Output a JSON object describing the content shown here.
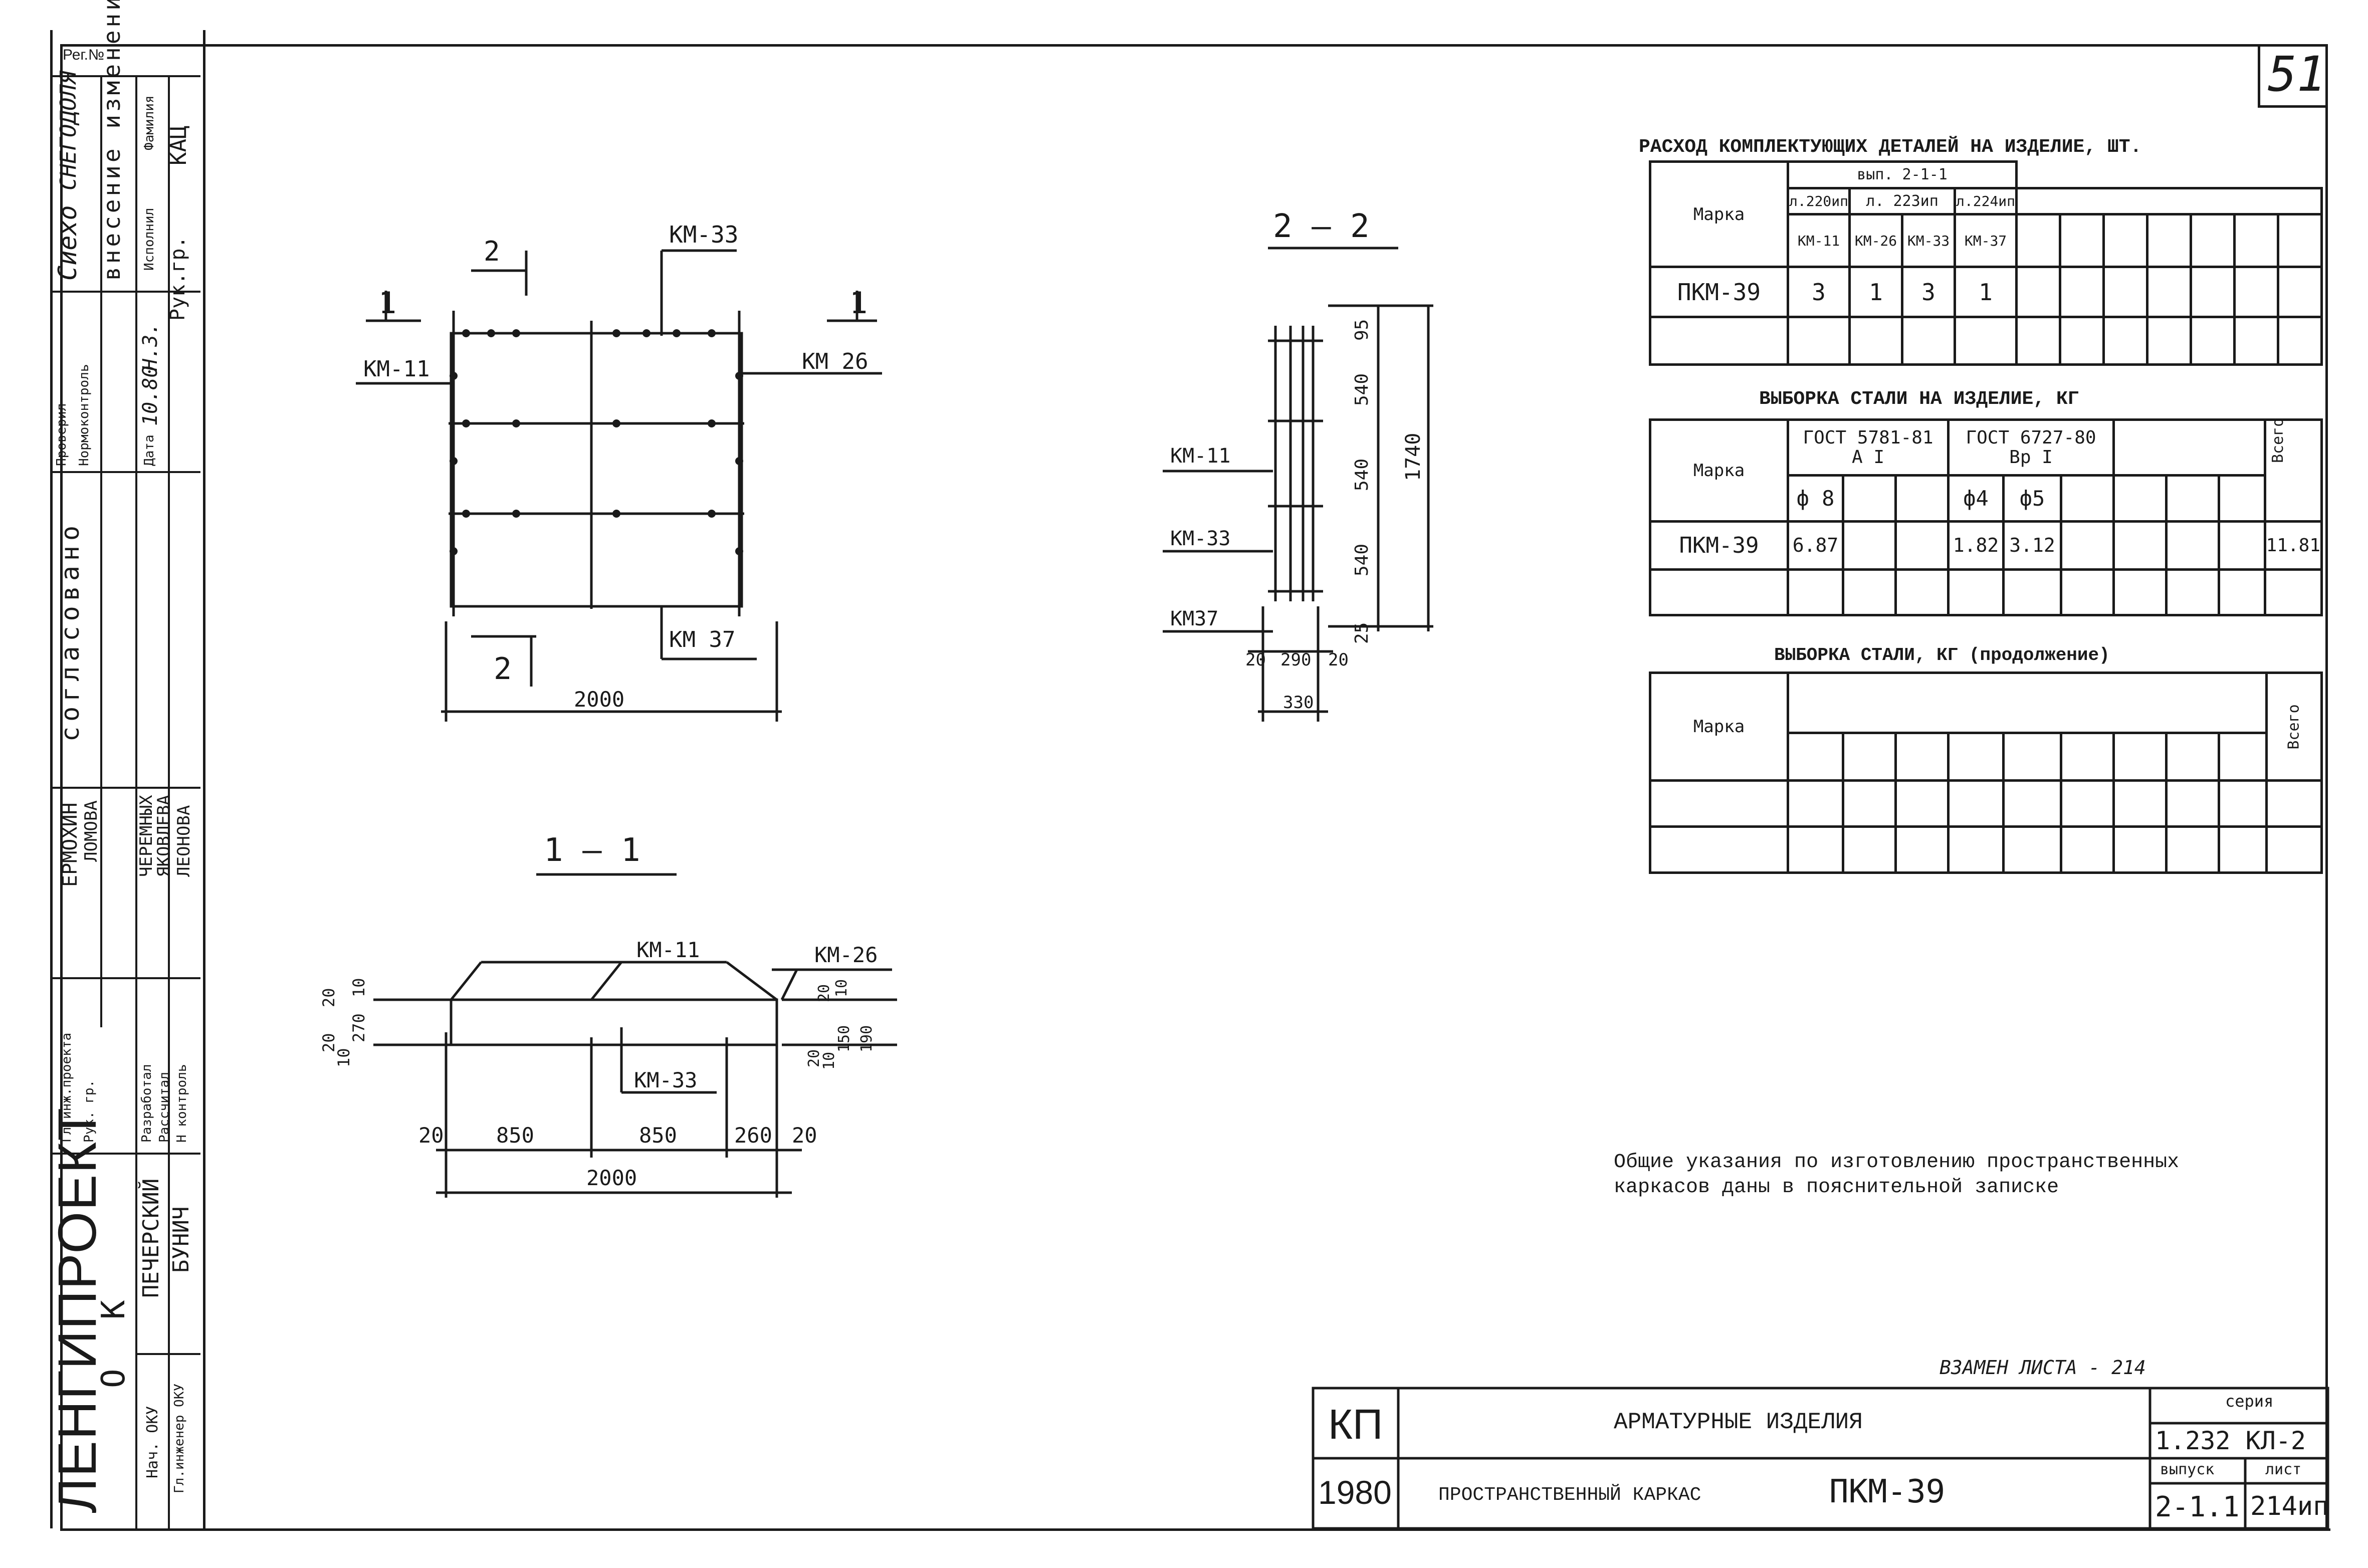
{
  "sheet_number": "51",
  "left_stamp": {
    "reg_no_label": "Рег.№",
    "org_name": "ЛЕНГИПРОЕКТ",
    "k_letter": "О К",
    "changes_header": "внесение изменения",
    "checked_label": "Проверил",
    "norm_control_label": "Нормоконтроль",
    "checked_sign": "Сиехо",
    "checked_name": "СНЕГОДОЛЯ",
    "date_label": "Дата",
    "date_value": "10.80",
    "date_col2": "Н.З.",
    "signer_label": "Исполнил",
    "signer_value": "Рук.гр.",
    "signer_name": "КАЦ",
    "surname_label": "Фамилия",
    "agreed_label": "согласовано",
    "gip_label": "Гл.инж.проекта",
    "head_label": "Рук. гр.",
    "gip_name": "ЕРМОХИН",
    "head_name": "ЛОМОВА",
    "developed_label": "Разработал",
    "reviewed_label": "Рассчитал",
    "controlled_label": "Н контроль",
    "dev_name": "ЧЕРЕМНЫХ",
    "rev_name": "ЯКОВЛЕВА",
    "ctrl_name": "ЛЕОНОВА",
    "dept_head_label": "Нач. ОКУ",
    "chief_eng_label": "Гл.инженер ОКУ",
    "dept_head_name": "ПЕЧЕРСКИЙ",
    "chief_eng_name": "БУНИЧ"
  },
  "view_front": {
    "top_dims": [
      "2",
      "КМ-33"
    ],
    "section_marks": [
      "1",
      "1"
    ],
    "left_label": "КМ-11",
    "right_label": "КМ 26",
    "bottom_section": "2",
    "bottom_label": "КМ 37",
    "width_dim": "2000"
  },
  "view_22": {
    "title": "2 — 2",
    "labels": [
      "КМ-11",
      "КМ-33",
      "КМ37"
    ],
    "vert_dims": [
      "95",
      "540",
      "540",
      "540",
      "25"
    ],
    "total_height": "1740",
    "bottom_dims": [
      "20",
      "290",
      "20"
    ],
    "width": "330"
  },
  "view_11": {
    "title": "1 — 1",
    "labels": [
      "КМ-11",
      "КМ-26",
      "КМ-33"
    ],
    "left_dims": [
      "20",
      "20",
      "10",
      "270",
      "10"
    ],
    "right_dims": [
      "20",
      "10",
      "20",
      "10",
      "150",
      "190"
    ],
    "bottom_dims": [
      "20",
      "850",
      "850",
      "260",
      "20"
    ],
    "total": "2000"
  },
  "table_parts": {
    "title": "РАСХОД КОМПЛЕКТУЮЩИХ ДЕТАЛЕЙ НА ИЗДЕЛИЕ, ШТ.",
    "mark_header": "Марка",
    "issue_header": "вып. 2-1-1",
    "sheet_refs": [
      "л.220ип",
      "л. 223ип",
      "л.224ип"
    ],
    "part_headers": [
      "КМ-11",
      "КМ-26",
      "КМ-33",
      "КМ-37"
    ],
    "row_mark": "ПКМ-39",
    "row_values": [
      "3",
      "1",
      "3",
      "1"
    ]
  },
  "table_steel": {
    "title": "ВЫБОРКА СТАЛИ НА ИЗДЕЛИЕ, КГ",
    "mark_header": "Марка",
    "gost1": "ГОСТ 5781-81",
    "gost1_class": "А I",
    "gost2": "ГОСТ 6727-80",
    "gost2_class": "Вр I",
    "total_header": "Всего",
    "diameters": [
      "ф 8",
      "ф4",
      "ф5"
    ],
    "row_mark": "ПКМ-39",
    "d8_value": "6.87",
    "d4_value": "1.82",
    "d5_value": "3.12",
    "total_value": "11.81"
  },
  "table_steel_cont": {
    "title": "ВЫБОРКА СТАЛИ, КГ (продолжение)",
    "mark_header": "Марка",
    "total_header": "Всего"
  },
  "note": {
    "line1": "Общие указания по изготовлению пространственных",
    "line2": "каркасов даны в пояснительной записке"
  },
  "replaces": "ВЗАМЕН ЛИСТА - 214",
  "title_block": {
    "code": "КП",
    "year": "1980",
    "title1": "АРМАТУРНЫЕ ИЗДЕЛИЯ",
    "title2_prefix": "ПРОСТРАНСТВЕННЫЙ КАРКАС",
    "title2_mark": "ПКМ-39",
    "series_label": "серия",
    "series_value": "1.232 КЛ-2",
    "issue_label": "выпуск",
    "sheet_label": "лист",
    "issue_value": "2-1.1",
    "sheet_value": "214ип"
  }
}
